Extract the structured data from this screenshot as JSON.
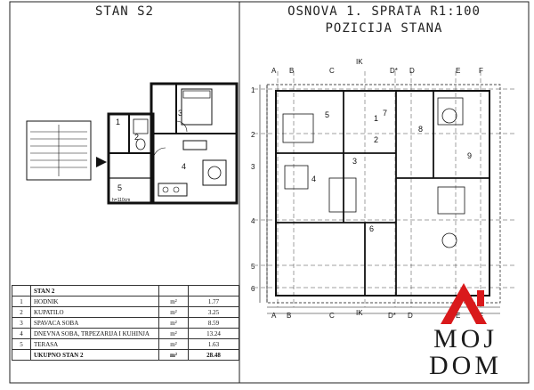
{
  "headings": {
    "left_title": "STAN S2",
    "right_title_line1": "OSNOVA 1. SPRATA R1:100",
    "right_title_line2": "POZICIJA STANA"
  },
  "left_plan": {
    "room_numbers": [
      "1",
      "2",
      "3",
      "4",
      "5"
    ],
    "dim_note": "h=110cm"
  },
  "right_plan": {
    "axis_top": [
      "A",
      "B",
      "C",
      "D*",
      "D",
      "E",
      "F"
    ],
    "axis_bottom": [
      "A",
      "B",
      "C",
      "D*",
      "D",
      "E",
      "F"
    ],
    "axis_side": [
      "1",
      "2",
      "3",
      "4",
      "5",
      "6"
    ],
    "section_marks": [
      "IK",
      "IK"
    ],
    "room_numbers": [
      "1",
      "2",
      "3",
      "4",
      "5",
      "6",
      "7",
      "8",
      "9"
    ]
  },
  "table": {
    "title": "STAN 2",
    "rows": [
      {
        "num": "1",
        "name": "HODNIK",
        "unit": "m²",
        "value": "1.77"
      },
      {
        "num": "2",
        "name": "KUPATILO",
        "unit": "m²",
        "value": "3.25"
      },
      {
        "num": "3",
        "name": "SPAVACA SOBA",
        "unit": "m²",
        "value": "8.59"
      },
      {
        "num": "4",
        "name": "DNEVNA SOBA, TRPEZARIJA I KUHINJA",
        "unit": "m²",
        "value": "13.24"
      },
      {
        "num": "5",
        "name": "TERASA",
        "unit": "m²",
        "value": "1.63"
      }
    ],
    "total_label": "UKUPNO STAN 2",
    "total_unit": "m²",
    "total_value": "28.48"
  },
  "logo": {
    "line1": "MOJ",
    "line2": "DOM",
    "accent": "#d9191b"
  }
}
